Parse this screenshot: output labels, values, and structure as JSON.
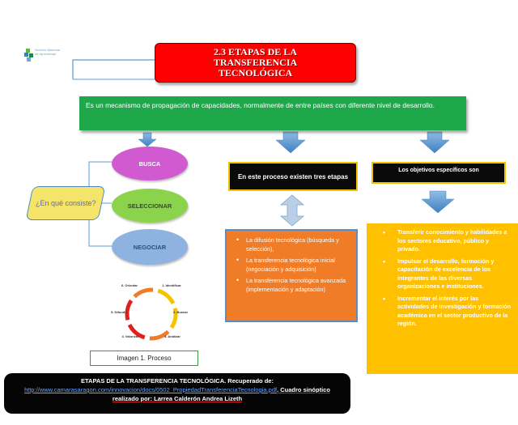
{
  "logo": {
    "text": "Servicio Nacional de Aprendizaje",
    "icon": "puzzle-logo-icon"
  },
  "title": "2.3 ETAPAS DE LA TRANSFERENCIA TECNOLÓGICA",
  "definition": "Es un mecanismo de propagación de capacidades, normalmente de entre países con diferente nivel de desarrollo.",
  "question": "¿En qué consiste?",
  "steps": [
    "BUSCA",
    "SELECCIONAR",
    "NEGOCIAR"
  ],
  "etapas_box": "En este proceso existen tres etapas",
  "objetivos_box": "Los objetivos específicos son",
  "etapas": [
    "La difusión tecnológica (búsqueda y selección),",
    "La transferencia tecnológica inicial (negociación y adquisición)",
    "La transferencia tecnológica avanzada (implementación y adaptación)"
  ],
  "objetivos": [
    "Transferir conocimiento y habilidades a los sectores educativo, público y privado.",
    "Impulsar el desarrollo, formación y capacitación de excelencia de los integrantes de las diversas organizaciones e instituciones.",
    "Incrementar el interés por las actividades de investigación y formación académica en el sector productivo de la región."
  ],
  "process": {
    "labels": [
      "1. Identificar",
      "2. Buscar",
      "3. Analizar",
      "4. Valorizar",
      "5. Difundir",
      "6. Orientar"
    ],
    "colors": [
      "#f5c400",
      "#f5c400",
      "#f07c28",
      "#e02020",
      "#e02020",
      "#f07c28"
    ]
  },
  "caption": "Imagen 1. Proceso",
  "source": {
    "prefix": "ETAPAS DE LA TRANSFERENCIA TECNOLÓGICA. Recuperado de:",
    "url": "http://www.camarasaragon.com/innovacion/docs/0502_PropiedadTransferenciaTecnologia.pdf",
    "suffix": ". Cuadro sinóptico realizado por: Larrea Calderón Andrea Lizeth"
  },
  "colors": {
    "title": "#ff0000",
    "definition": "#1ea84a",
    "arrow": "#5b9bd5",
    "orange": "#f07c28",
    "yellow": "#ffc000"
  }
}
